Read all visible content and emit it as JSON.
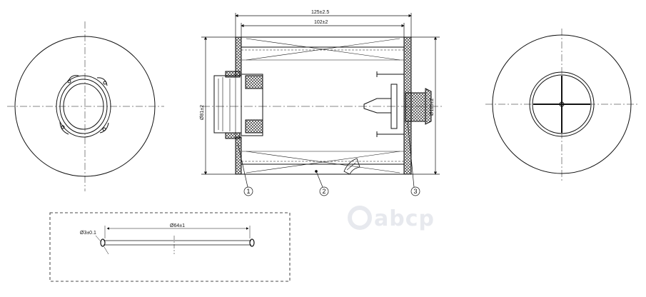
{
  "dimensions": {
    "overall_length": "125±2.5",
    "body_length": "102±2",
    "outlet_diameter": "Ø81±2",
    "outer_diameter": "Ø115±2",
    "seal_cross_section": "Ø3±0.1",
    "seal_diameter": "Ø64±1"
  },
  "callouts": [
    "1",
    "2",
    "3"
  ],
  "logo": {
    "text": "abcp"
  },
  "colors": {
    "line": "#111111",
    "logo": "#e7e9ee",
    "background": "#ffffff"
  }
}
